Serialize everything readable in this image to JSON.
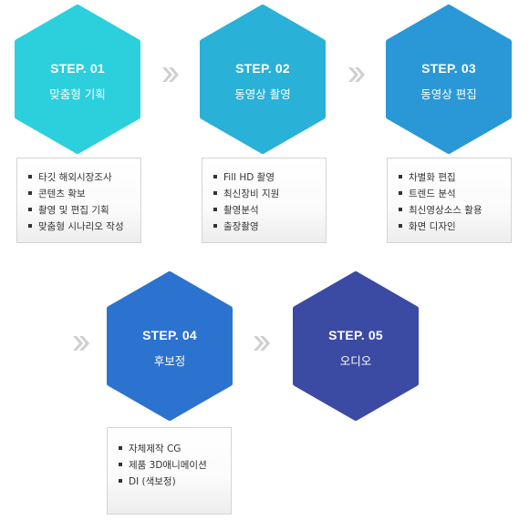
{
  "steps": [
    {
      "label": "STEP. 01",
      "name": "맞춤형 기획",
      "color": "#2ccfdc",
      "items": [
        "타깃 해외시장조사",
        "콘텐츠 확보",
        "촬영 및 편집 기획",
        "맞춤형 시나리오 작성"
      ]
    },
    {
      "label": "STEP. 02",
      "name": "동영상 촬영",
      "color": "#29b1d8",
      "items": [
        "Fill HD 촬영",
        "최신장비 지원",
        "촬영분석",
        "출장촬영"
      ]
    },
    {
      "label": "STEP. 03",
      "name": "동영상 편집",
      "color": "#2a98d6",
      "items": [
        "차별화 편집",
        "트렌드 분석",
        "최신영상소스 활용",
        "화면 디자인"
      ]
    },
    {
      "label": "STEP. 04",
      "name": "후보정",
      "color": "#2c72cf",
      "items": [
        "자체제작 CG",
        "제품 3D애니메이션",
        "DI (색보정)"
      ]
    },
    {
      "label": "STEP. 05",
      "name": "오디오",
      "color": "#3b4aa3",
      "items": []
    }
  ],
  "arrow_color": "#cfcfcf"
}
